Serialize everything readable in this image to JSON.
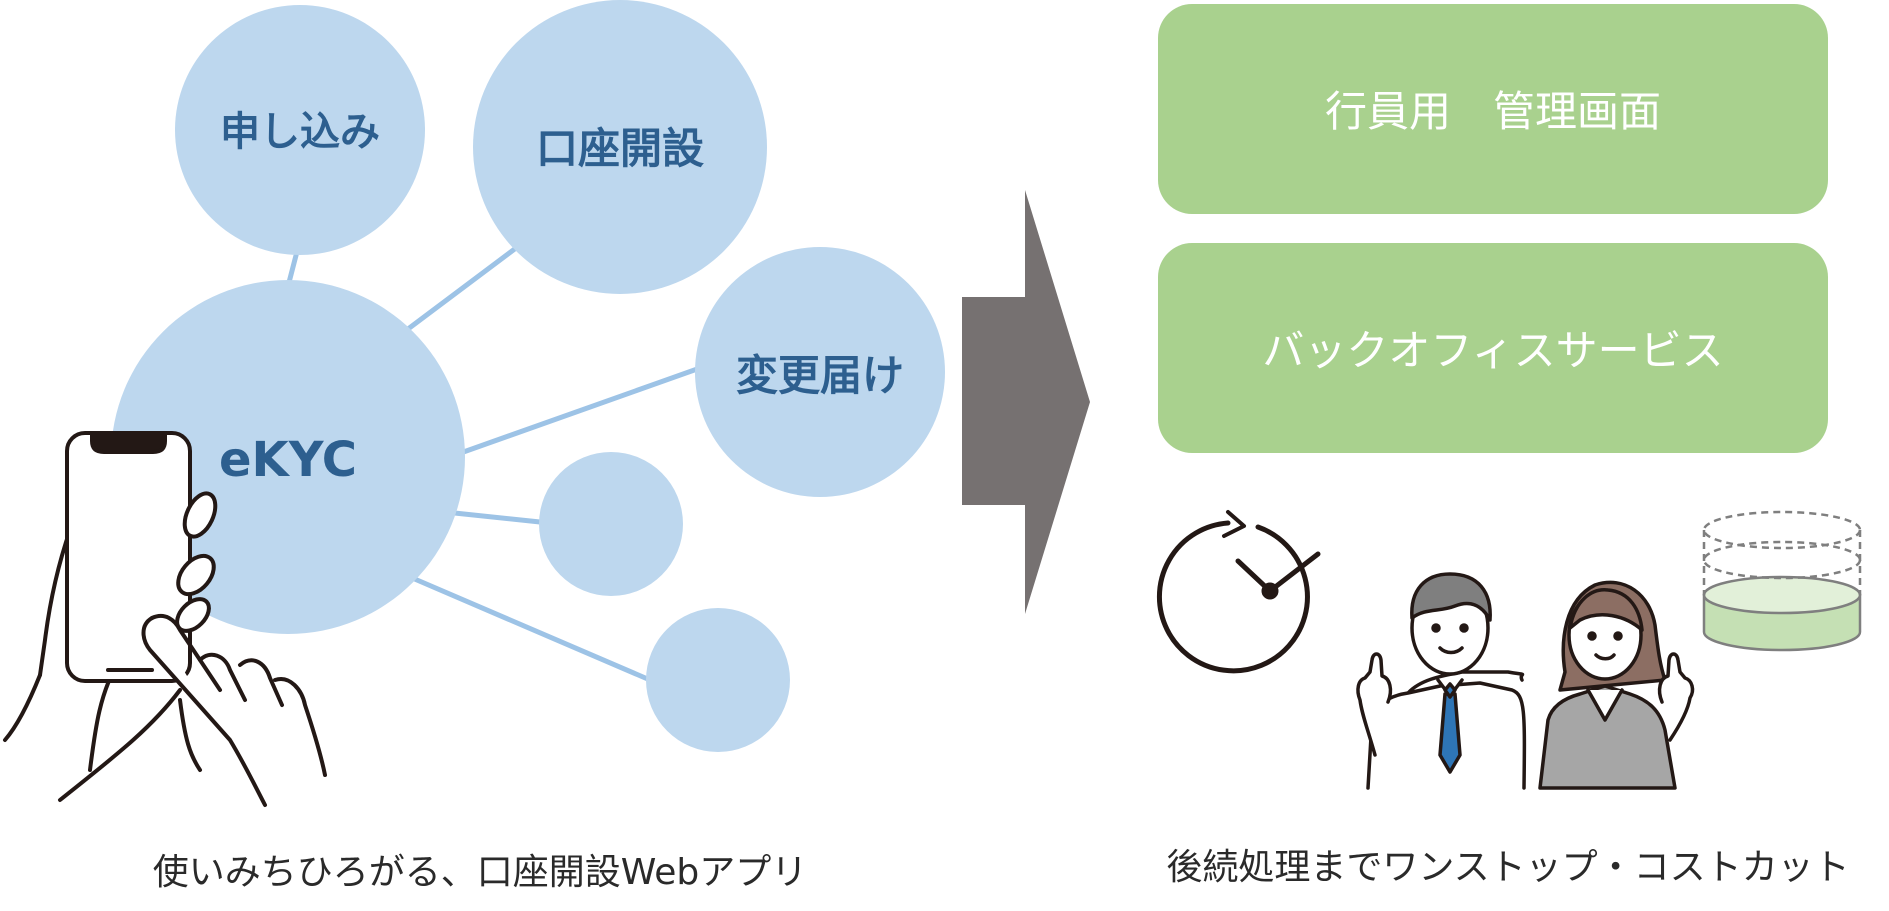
{
  "left_diagram": {
    "bubbles": {
      "apply": "申し込み",
      "open_account": "口座開設",
      "change_notice": "変更届け",
      "ekyc": "eKYC",
      "blank_1": "",
      "blank_2": ""
    },
    "caption": "使いみちひろがる、口座開設Webアプリ"
  },
  "right_panel": {
    "boxes": {
      "admin_screen": "行員用　管理画面",
      "back_office": "バックオフィスサービス"
    },
    "caption": "後続処理までワンストップ・コストカット"
  },
  "colors": {
    "bubble_fill": "#bdd7ee",
    "bubble_text": "#2d5f8f",
    "connector": "#9dc3e6",
    "box_fill": "#a9d18e",
    "box_text": "#ffffff",
    "arrow": "#767171",
    "caption": "#2a2a2a"
  },
  "icons": {
    "phone": "smartphone-in-hand-icon",
    "clock": "clock-icon",
    "staff": "business-people-icon",
    "cost": "cylinder-gauge-icon",
    "flow": "right-arrow-icon"
  }
}
